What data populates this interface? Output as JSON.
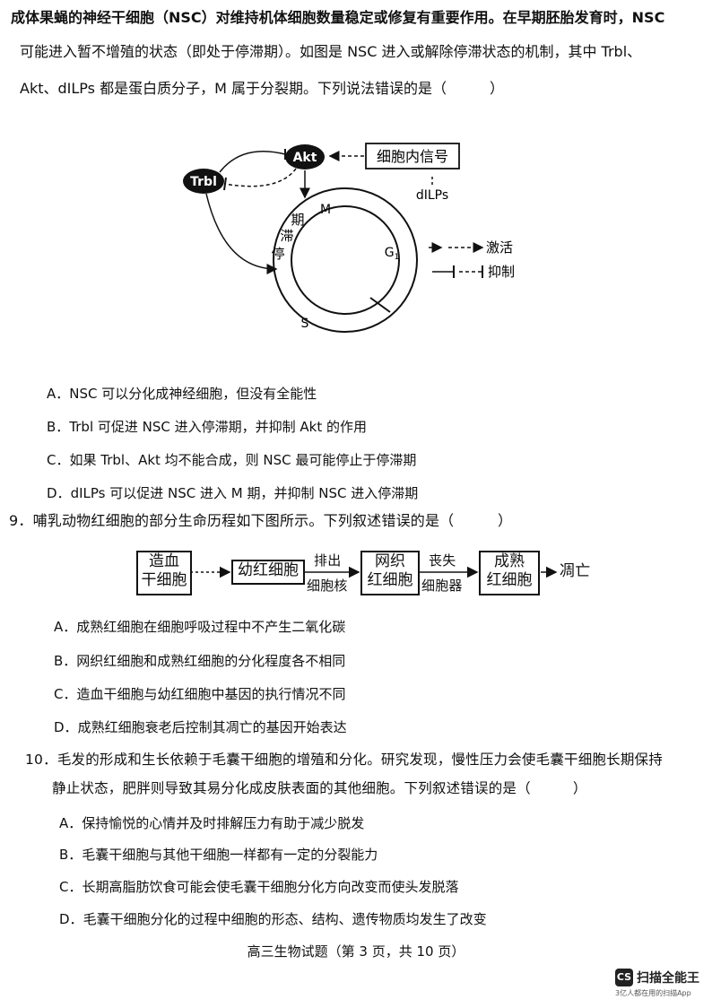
{
  "q8": {
    "intro": [
      "成体果蝇的神经干细胞（NSC）对维持机体细胞数量稳定或修复有重要作用。在早期胚胎发育时，NSC",
      "可能进入暂不增殖的状态（即处于停滞期）。如图是 NSC 进入或解除停滞状态的机制，其中 Trbl、",
      "Akt、dILPs 都是蛋白质分子，M 属于分裂期。下列说法错误的是（　　　）"
    ],
    "diagram": {
      "akt": "Akt",
      "trbl": "Trbl",
      "signal_box": "细胞内信号",
      "dilps": "dILPs",
      "stall_chars": [
        "期",
        "滞",
        "停"
      ],
      "m": "M",
      "g1": "G",
      "g1_sub": "1",
      "s": "S",
      "legend_activate": "激活",
      "legend_inhibit": "抑制"
    },
    "options": [
      {
        "letter": "A．",
        "text": "NSC 可以分化成神经细胞，但没有全能性"
      },
      {
        "letter": "B．",
        "text": "Trbl 可促进 NSC 进入停滞期，并抑制 Akt 的作用"
      },
      {
        "letter": "C．",
        "text": "如果 Trbl、Akt 均不能合成，则 NSC 最可能停止于停滞期"
      },
      {
        "letter": "D．",
        "text": "dILPs 可以促进 NSC 进入 M 期，并抑制 NSC 进入停滞期"
      }
    ]
  },
  "q9": {
    "stem": "9．哺乳动物红细胞的部分生命历程如下图所示。下列叙述错误的是（　　　）",
    "flow": {
      "box1_line1": "造血",
      "box1_line2": "干细胞",
      "box2": "幼红细胞",
      "arrow2_top": "排出",
      "arrow2_bottom": "细胞核",
      "box3_line1": "网织",
      "box3_line2": "红细胞",
      "arrow3_top": "丧失",
      "arrow3_bottom": "细胞器",
      "box4_line1": "成熟",
      "box4_line2": "红细胞",
      "end": "凋亡"
    },
    "options": [
      {
        "letter": "A．",
        "text": "成熟红细胞在细胞呼吸过程中不产生二氧化碳"
      },
      {
        "letter": "B．",
        "text": "网织红细胞和成熟红细胞的分化程度各不相同"
      },
      {
        "letter": "C．",
        "text": "造血干细胞与幼红细胞中基因的执行情况不同"
      },
      {
        "letter": "D．",
        "text": "成熟红细胞衰老后控制其凋亡的基因开始表达"
      }
    ]
  },
  "q10": {
    "stem_line1": "10．毛发的形成和生长依赖于毛囊干细胞的增殖和分化。研究发现，慢性压力会使毛囊干细胞长期保持",
    "stem_line2": "静止状态，肥胖则导致其易分化成皮肤表面的其他细胞。下列叙述错误的是（　　　）",
    "options": [
      {
        "letter": "A．",
        "text": "保持愉悦的心情并及时排解压力有助于减少脱发"
      },
      {
        "letter": "B．",
        "text": "毛囊干细胞与其他干细胞一样都有一定的分裂能力"
      },
      {
        "letter": "C．",
        "text": "长期高脂肪饮食可能会使毛囊干细胞分化方向改变而使头发脱落"
      },
      {
        "letter": "D．",
        "text": "毛囊干细胞分化的过程中细胞的形态、结构、遗传物质均发生了改变"
      }
    ]
  },
  "footer": "高三生物试题（第 3 页，共 10 页）",
  "watermark": {
    "badge": "CS",
    "name": "扫描全能王",
    "sub": "3亿人都在用的扫描App"
  }
}
